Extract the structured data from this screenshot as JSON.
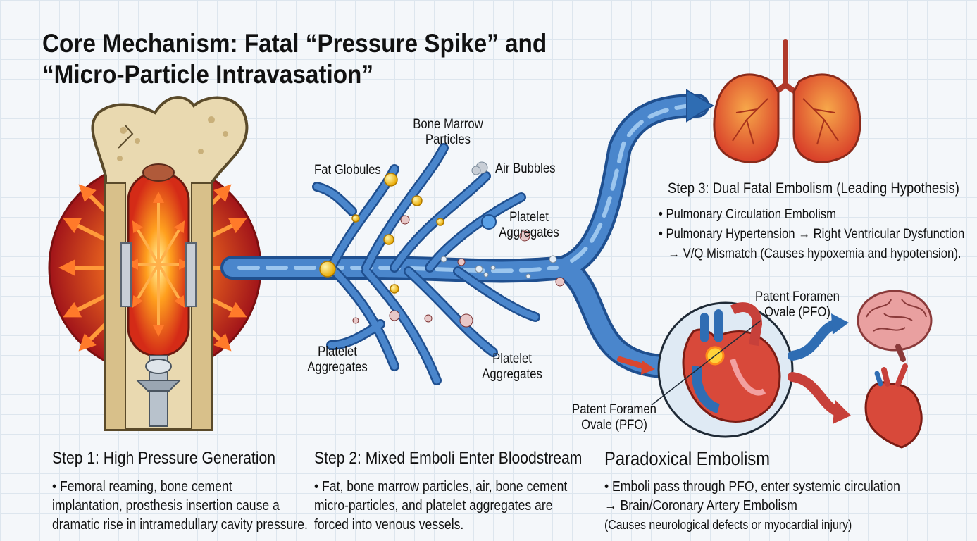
{
  "title": {
    "line1": "Core Mechanism: Fatal “Pressure Spike” and",
    "line2": "“Micro-Particle Intravasation”"
  },
  "labels": {
    "fat_globules": "Fat Globules",
    "bone_marrow_particles": [
      "Bone Marrow",
      "Particles"
    ],
    "air_bubbles": "Air Bubbles",
    "platelet_right": [
      "Platelet",
      "Aggregates"
    ],
    "platelet_bottom_left": [
      "Platelet",
      "Aggregates"
    ],
    "platelet_bottom_right": [
      "Platelet",
      "Aggregates"
    ],
    "pfo_top": [
      "Patent Foramen",
      "Ovale (PFO)"
    ],
    "pfo_bottom": [
      "Patent Foramen",
      "Ovale (PFO)"
    ]
  },
  "step3": {
    "heading": "Step 3: Dual Fatal Embolism (Leading Hypothesis)",
    "bullet1": "• Pulmonary Circulation Embolism",
    "bullet2": "• Pulmonary Hypertension → Right Ventricular Dysfunction",
    "bullet2_cont": "→ V/Q Mismatch (Causes hypoxemia and hypotension)."
  },
  "step1": {
    "heading": "Step 1: High Pressure Generation",
    "lines": [
      "• Femoral reaming, bone cement",
      "implantation, prosthesis insertion cause a",
      "dramatic rise in intramedullary cavity pressure."
    ]
  },
  "step2": {
    "heading": "Step 2: Mixed Emboli Enter Bloodstream",
    "lines": [
      "• Fat, bone marrow particles, air, bone cement",
      "micro-particles, and platelet aggregates are",
      "forced into venous vessels."
    ]
  },
  "paradoxical": {
    "heading": "Paradoxical Embolism",
    "line1": "• Emboli pass through PFO, enter systemic circulation",
    "line2": "→ Brain/Coronary Artery Embolism",
    "line3": "(Causes neurological defects or myocardial injury)"
  },
  "colors": {
    "vessel": "#2f6db3",
    "vessel_light": "#8fbbe6",
    "artery": "#c7403a",
    "fat": "#f2c511",
    "pressure": "#ef5a23",
    "lung": "#e8682c",
    "bone": "#e9d9b0"
  }
}
